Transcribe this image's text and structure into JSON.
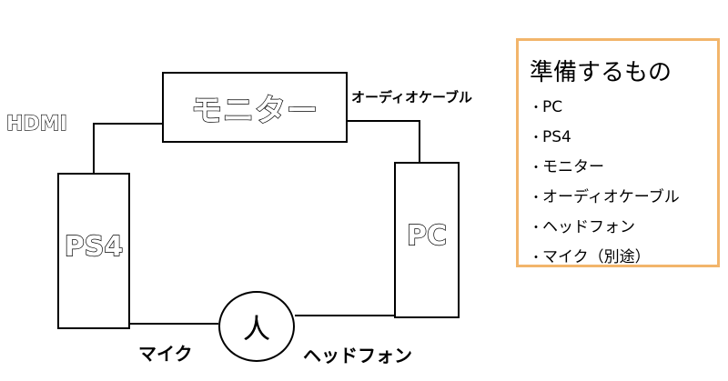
{
  "diagram": {
    "nodes": {
      "monitor": "モニター",
      "ps4": "PS4",
      "pc": "PC",
      "person": "人"
    },
    "edges": {
      "hdmi": "HDMI",
      "audio_cable": "オーディオケーブル",
      "mic": "マイク",
      "headphones": "ヘッドフォン"
    }
  },
  "checklist": {
    "title": "準備するもの",
    "bullet": "・",
    "items": [
      "PC",
      "PS4",
      "モニター",
      "オーディオケーブル",
      "ヘッドフォン",
      "マイク（別途）"
    ]
  },
  "colors": {
    "checklist_border": "#f2b56b",
    "stroke": "#000000"
  }
}
